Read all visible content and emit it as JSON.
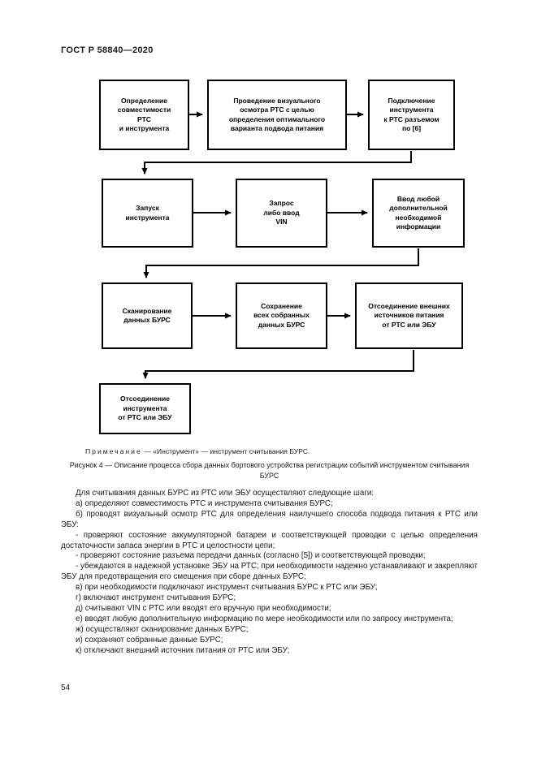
{
  "page": {
    "header": "ГОСТ Р 58840—2020",
    "page_number": "54"
  },
  "flowchart": {
    "boxes": [
      {
        "label": "Определение\nсовместимости\nРТС\nи инструмента"
      },
      {
        "label": "Проведение визуального\nосмотра РТС с целью\nопределения оптимального\nварианта подвода питания"
      },
      {
        "label": "Подключение\nинструмента\nк РТС разъемом\nпо [6]"
      },
      {
        "label": "Запуск\nинструмента"
      },
      {
        "label": "Запрос\nлибо ввод\nVIN"
      },
      {
        "label": "Ввод любой\nдополнительной\nнеобходимой\nинформации"
      },
      {
        "label": "Сканирование\nданных БУРС"
      },
      {
        "label": "Сохранение\nвсех собранных\nданных БУРС"
      },
      {
        "label": "Отсоединение внешних\nисточников питания\nот РТС или ЭБУ"
      },
      {
        "label": "Отсоединение\nинструмента\nот РТС или ЭБУ"
      }
    ]
  },
  "note": {
    "label": "Примечание",
    "text": " — «Инструмент» — инструмент считывания БУРС."
  },
  "figure_caption": "Рисунок 4 — Описание процесса сбора данных бортового устройства регистрации событий инструментом считывания БУРС",
  "paragraphs": [
    "Для считывания данных БУРС из РТС или ЭБУ осуществляют следующие шаги:",
    "а) определяют совместимость РТС и инструмента считывания БУРС;",
    "б) проводят визуальный осмотр РТС для определения наилучшего способа подвода питания к РТС или ЭБУ:",
    "- проверяют состояние аккумуляторной батареи и соответствующей проводки с целью определения достаточности запаса энергии в РТС и целостности цепи;",
    "- проверяют состояние разъема передачи данных (согласно [5]) и соответствующей проводки;",
    "- убеждаются в надежной установке ЭБУ на РТС; при необходимости надежно устанавливают и закрепляют ЭБУ для предотвращения его смещения при сборе данных БУРС;",
    "в) при необходимости подключают инструмент считывания БУРС к РТС или ЭБУ;",
    "г) включают инструмент считывания БУРС;",
    "д) считывают VIN с РТС или вводят его вручную при необходимости;",
    "е) вводят любую дополнительную информацию по мере необходимости или по запросу инструмента;",
    "ж) осуществляют сканирование данных БУРС;",
    "и) сохраняют собранные данные БУРС;",
    "к) отключают внешний источник питания от РТС или ЭБУ;"
  ]
}
